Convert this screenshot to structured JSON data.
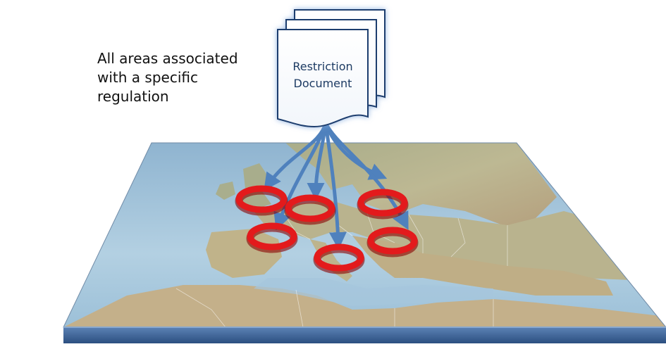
{
  "caption": {
    "lines": [
      "All areas associated",
      "with a specific",
      "regulation"
    ]
  },
  "document": {
    "title_lines": [
      "Restriction",
      "Document"
    ]
  },
  "colors": {
    "document_text": "#1f3b63",
    "document_border": "#1f3e6e",
    "document_glow": "#8fb6e6",
    "arrow": "#4f81bd",
    "ring": "#e31a1c",
    "ring_dark": "#8b0000",
    "sea": "#a9c9df",
    "land": "#b7b58e",
    "base_edge": "#3a6192"
  },
  "map": {
    "style": "relief-map-of-europe"
  }
}
